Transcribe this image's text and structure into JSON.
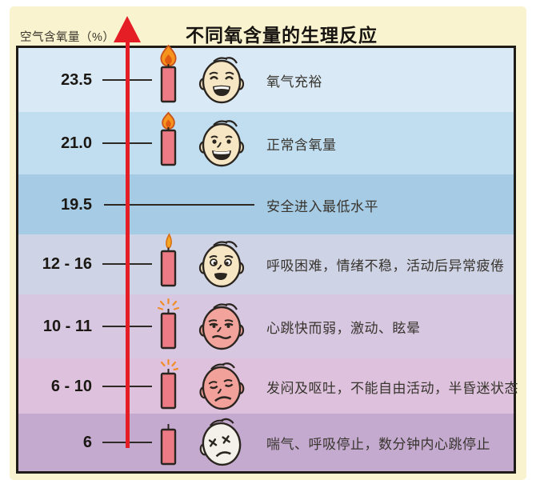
{
  "colors": {
    "page_bg": "#ffffff",
    "panel_bg": "#F9F4CF",
    "frame_border": "#1F1B17",
    "arrow_red": "#E51E25",
    "tick_line": "#2E2A25",
    "band_1": "#D9EAF6",
    "band_2": "#C1DEF0",
    "band_3": "#A6CBE4",
    "band_4": "#CFD3E6",
    "band_5": "#D7C7E1",
    "band_6": "#DEC2DD",
    "band_7": "#C5AAD0"
  },
  "header": {
    "axis_label": "空气含氧量（%）",
    "title": "不同氧含量的生理反应"
  },
  "rows": [
    {
      "level": "23.5",
      "description": "氧气充裕",
      "candle": "large-flame",
      "face": "laughing"
    },
    {
      "level": "21.0",
      "description": "正常含氧量",
      "candle": "medium-flame",
      "face": "smiling"
    },
    {
      "level": "19.5",
      "description": "安全进入最低水平",
      "candle": "none",
      "face": "none"
    },
    {
      "level": "12 - 16",
      "description": "呼吸困难，情绪不稳，活动后异常疲倦",
      "candle": "small-flame",
      "face": "worried"
    },
    {
      "level": "10 - 11",
      "description": "心跳快而弱，激动、眩晕",
      "candle": "extinguishing",
      "face": "dizzy"
    },
    {
      "level": "6 - 10",
      "description": "发闷及呕吐，不能自由活动，半昏迷状态",
      "candle": "extinguishing",
      "face": "distressed"
    },
    {
      "level": "6",
      "description": "喘气、呼吸停止，数分钟内心跳停止",
      "candle": "unlit",
      "face": "unconscious"
    }
  ]
}
